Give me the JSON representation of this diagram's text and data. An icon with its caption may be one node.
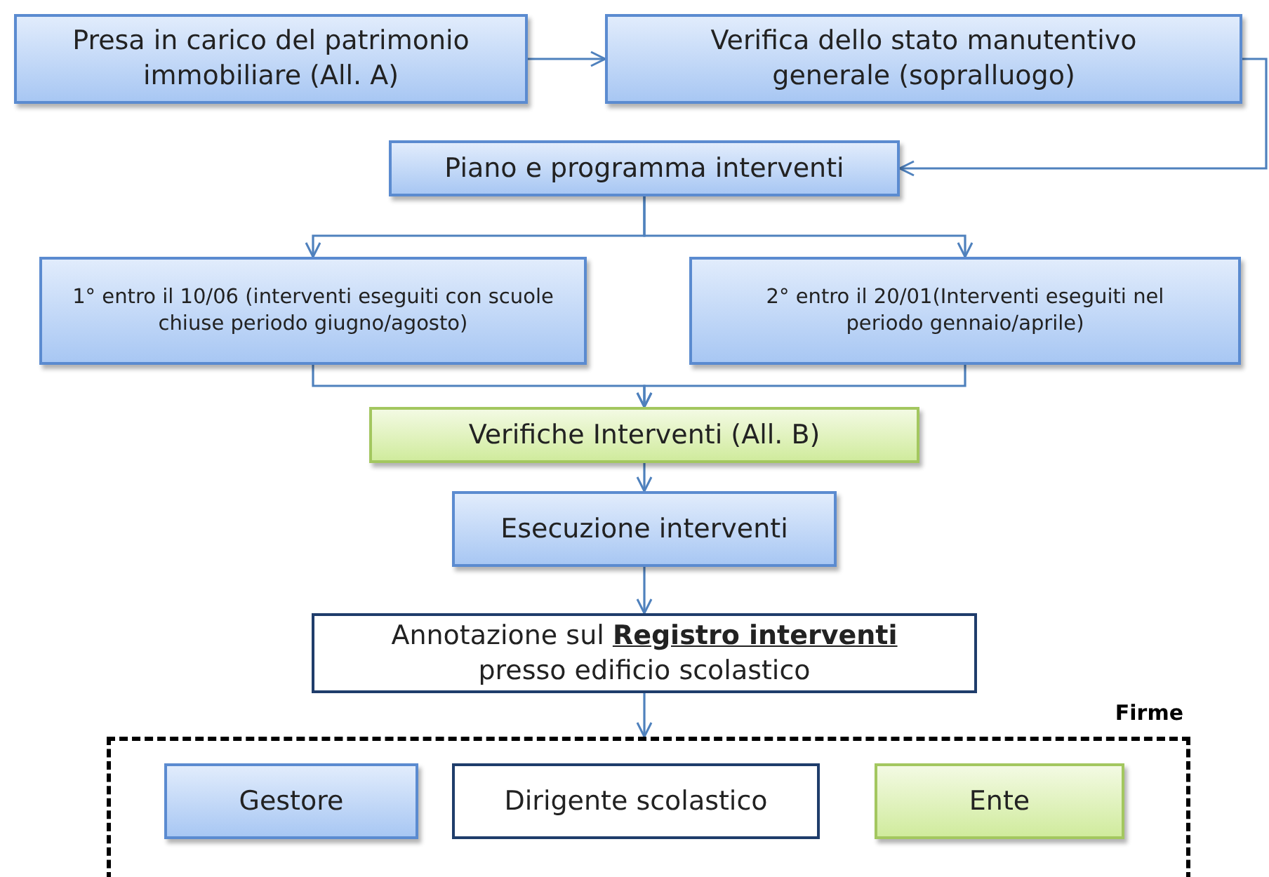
{
  "diagram": {
    "nodes": [
      {
        "text": [
          "Presa in carico del patrimonio immobiliare (All. A)"
        ]
      },
      {
        "text": [
          "Verifica dello stato manutentivo generale (sopralluogo)"
        ]
      },
      {
        "text": [
          "Piano e programma interventi"
        ]
      },
      {
        "text": [
          "1° entro il 10/06 (interventi eseguiti con scuole chiuse periodo giugno/agosto)"
        ]
      },
      {
        "text": [
          "2° entro il 20/01(Interventi eseguiti nel periodo gennaio/aprile)"
        ]
      },
      {
        "text": [
          "Verifiche  Interventi (All. B)"
        ]
      },
      {
        "text": [
          "Esecuzione interventi"
        ]
      },
      {
        "text": [
          "Annotazione sul **Registro interventi** presso edificio scolastico"
        ]
      },
      {
        "text": [
          "Firme"
        ]
      },
      {
        "text": [
          "Gestore"
        ],
        "in": 8
      },
      {
        "text": [
          "Dirigente scolastico"
        ],
        "in": 8
      },
      {
        "text": [
          "Ente"
        ],
        "in": 8
      }
    ],
    "edges": [
      {
        "from": 0,
        "to": 1,
        "arrow": "to"
      },
      {
        "from": 1,
        "to": 2,
        "arrow": "to"
      },
      {
        "from": 2,
        "to": 3,
        "arrow": "to"
      },
      {
        "from": 2,
        "to": 4,
        "arrow": "to"
      },
      {
        "from": 3,
        "to": 5,
        "arrow": "to"
      },
      {
        "from": 4,
        "to": 5,
        "arrow": "to"
      },
      {
        "from": 5,
        "to": 6,
        "arrow": "to"
      },
      {
        "from": 6,
        "to": 7,
        "arrow": "to"
      },
      {
        "from": 7,
        "to": 8,
        "arrow": "to"
      }
    ]
  }
}
